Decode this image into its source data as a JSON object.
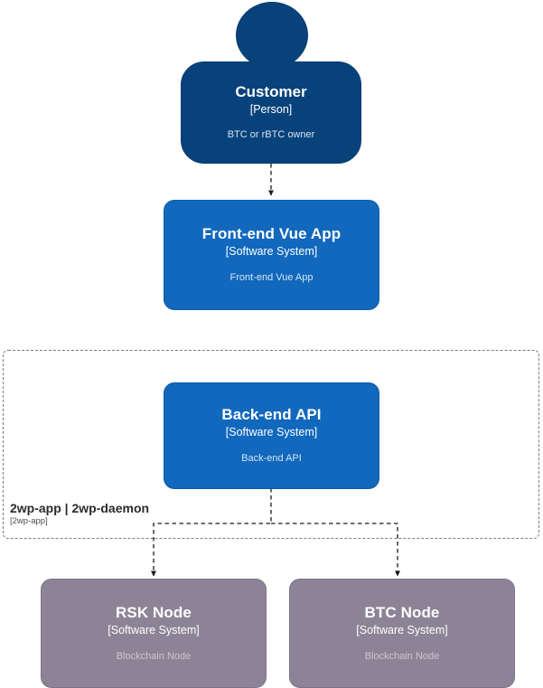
{
  "diagram": {
    "type": "c4-context-diagram",
    "background": "#ffffff",
    "colors": {
      "person_fill": "#08427B",
      "person_border": "#073B6F",
      "system_fill": "#1168BD",
      "system_border": "#0F5BA7",
      "external_fill": "#8C8496",
      "external_border": "#7C7488",
      "boundary_stroke": "#7d7d7d",
      "relationship_stroke": "#1a1a1a",
      "description_text": "#d6e4f2",
      "external_description_text": "#cac6ce"
    }
  },
  "nodes": {
    "customer": {
      "title": "Customer",
      "type": "[Person]",
      "description": "BTC or rBTC owner"
    },
    "frontend": {
      "title": "Front-end Vue App",
      "type": "[Software System]",
      "description": "Front-end Vue App"
    },
    "backend": {
      "title": "Back-end API",
      "type": "[Software System]",
      "description": "Back-end API"
    },
    "rsk_node": {
      "title": "RSK Node",
      "type": "[Software System]",
      "description": "Blockchain Node"
    },
    "btc_node": {
      "title": "BTC Node",
      "type": "[Software System]",
      "description": "Blockchain Node"
    }
  },
  "boundary": {
    "name": "2wp-app | 2wp-daemon",
    "type": "[2wp-app]"
  },
  "relationships": [
    {
      "from": "customer",
      "to": "frontend",
      "label": ""
    },
    {
      "from": "backend",
      "to": "rsk_node",
      "label": ""
    },
    {
      "from": "backend",
      "to": "btc_node",
      "label": ""
    }
  ]
}
